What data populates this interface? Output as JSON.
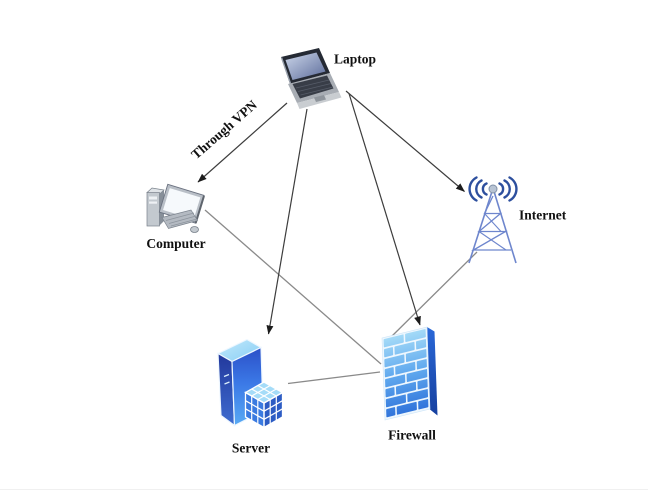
{
  "diagram": {
    "type": "network-topology",
    "background_color": "#ffffff",
    "nodes": [
      {
        "id": "laptop",
        "label": "Laptop",
        "icon": "laptop-icon"
      },
      {
        "id": "computer",
        "label": "Computer",
        "icon": "desktop-computer-icon"
      },
      {
        "id": "internet",
        "label": "Internet",
        "icon": "radio-tower-icon"
      },
      {
        "id": "server",
        "label": "Server",
        "icon": "server-tower-icon"
      },
      {
        "id": "firewall",
        "label": "Firewall",
        "icon": "brick-wall-icon"
      }
    ],
    "edges": [
      {
        "from": "laptop",
        "to": "computer",
        "label": "Through VPN",
        "style": "arrow"
      },
      {
        "from": "laptop",
        "to": "server",
        "label": "",
        "style": "arrow"
      },
      {
        "from": "laptop",
        "to": "internet",
        "label": "",
        "style": "arrow"
      },
      {
        "from": "laptop",
        "to": "firewall",
        "label": "",
        "style": "arrow"
      },
      {
        "from": "computer",
        "to": "firewall",
        "label": "",
        "style": "line"
      },
      {
        "from": "server",
        "to": "firewall",
        "label": "",
        "style": "line"
      },
      {
        "from": "internet",
        "to": "firewall",
        "label": "",
        "style": "line"
      }
    ],
    "colors": {
      "edge_arrow": "#3d3d3d",
      "edge_line": "#8a8a8a",
      "label_text": "#111111",
      "firewall_brick_top": "#a6dcf8",
      "firewall_brick_bottom": "#2f72da",
      "server_blue_dark": "#2b50c8",
      "server_blue_light": "#58aaf4",
      "tower_lattice": "#6e86cd",
      "signal_waves": "#2d4f9e",
      "hardware_gray": "#b9bfc7"
    }
  }
}
